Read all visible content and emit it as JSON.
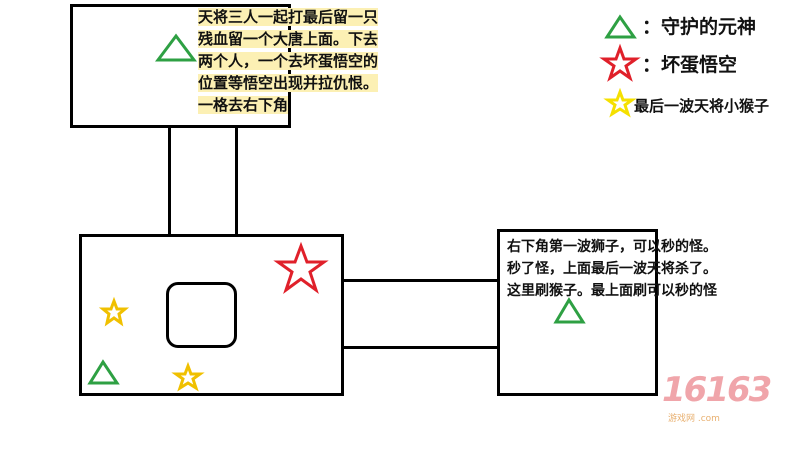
{
  "notes": {
    "top_left": [
      "天将三人一起打最后留一只",
      "残血留一个大唐上面。下去",
      "两个人，一个去坏蛋悟空的",
      "位置等悟空出现并拉仇恨。",
      "一格去右下角"
    ],
    "right": [
      "右下角第一波狮子，可以秒的怪。",
      "秒了怪，上面最后一波天将杀了。",
      "这里刷猴子。最上面刷可以秒的怪"
    ]
  },
  "legend": [
    {
      "icon": "green-triangle-icon",
      "label": "：守护的元神",
      "color": "#2ea043"
    },
    {
      "icon": "red-star-icon",
      "label": "：坏蛋悟空",
      "color": "#e0202a"
    },
    {
      "icon": "yellow-star-icon",
      "label": "最后一波天将小猴子",
      "color": "#f5d800"
    }
  ],
  "watermark": {
    "logo": "16163",
    "sub": "游戏网 .com"
  }
}
